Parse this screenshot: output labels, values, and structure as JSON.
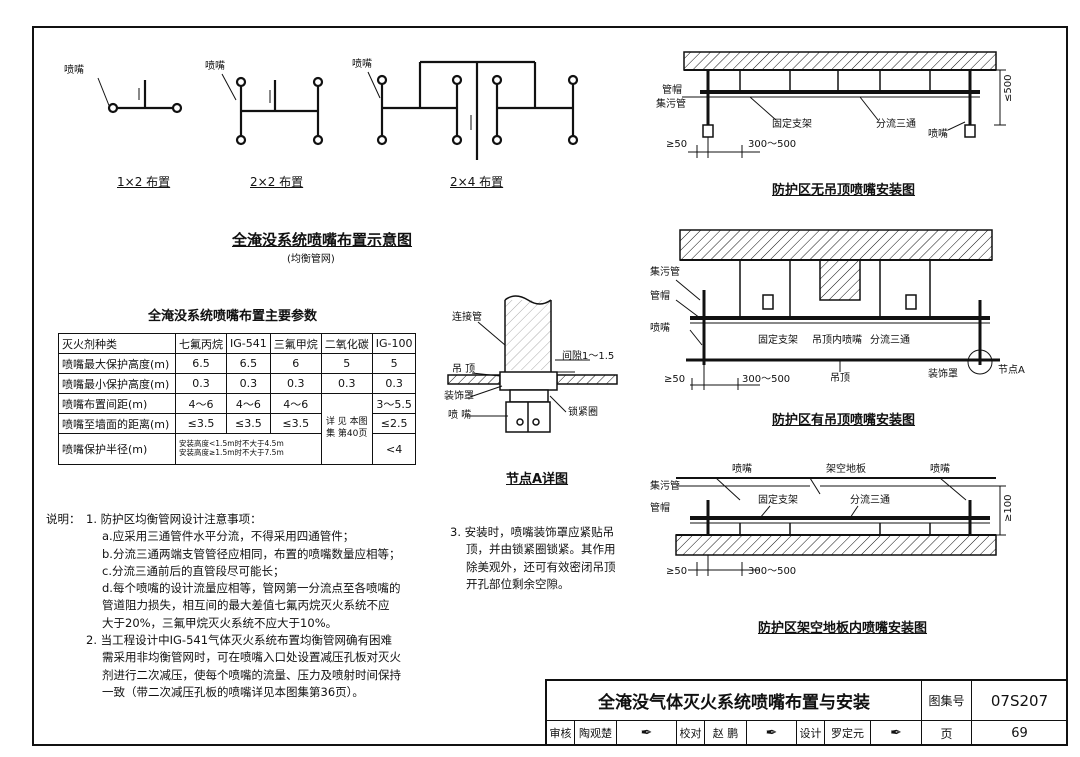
{
  "layout_labels": {
    "nozzle": "喷嘴",
    "cap_1x2": "1×2 布置",
    "cap_2x2": "2×2 布置",
    "cap_2x4": "2×4 布置"
  },
  "schematic_title": "全淹没系统喷嘴布置示意图",
  "schematic_subtitle": "(均衡管网)",
  "table_title": "全淹没系统喷嘴布置主要参数",
  "table": {
    "headers": [
      "灭火剂种类",
      "七氟丙烷",
      "IG-541",
      "三氟甲烷",
      "二氧化碳",
      "IG-100"
    ],
    "rows": [
      {
        "label": "喷嘴最大保护高度(m)",
        "cells": [
          "6.5",
          "6.5",
          "6",
          "5",
          "5"
        ]
      },
      {
        "label": "喷嘴最小保护高度(m)",
        "cells": [
          "0.3",
          "0.3",
          "0.3",
          "0.3",
          "0.3"
        ]
      },
      {
        "label": "喷嘴布置间距(m)",
        "cells": [
          "4～6",
          "4～6",
          "4～6",
          "",
          "3～5.5"
        ]
      },
      {
        "label": "喷嘴至墙面的距离(m)",
        "cells": [
          "≤3.5",
          "≤3.5",
          "≤3.5",
          "",
          "≤2.5"
        ]
      },
      {
        "label": "喷嘴保护半径(m)",
        "cells": [
          "",
          "",
          "",
          "",
          "<4"
        ]
      }
    ],
    "co2_note": "详 见 本图集 第40页",
    "radius_note_1": "安装高度<1.5m时不大于4.5m",
    "radius_note_2": "安装高度≥1.5m时不大于7.5m"
  },
  "detail": {
    "lian_jie_guan": "连接管",
    "diao_ding": "吊 顶",
    "zhuang_shi_zhao": "装饰罩",
    "pen_zui": "喷 嘴",
    "gap": "间隙1～1.5",
    "suo_jin_quan": "锁紧圈",
    "caption": "节点A详图"
  },
  "view1": {
    "caption": "防护区无吊顶喷嘴安装图",
    "guan_mao": "管帽",
    "ji_wu_guan": "集污管",
    "gu_ding_zhi_jia": "固定支架",
    "fen_liu_san_tong": "分流三通",
    "pen_zui": "喷嘴",
    "dim_50": "≥50",
    "dim_300": "300～500",
    "dim_500": "≤500"
  },
  "view2": {
    "caption": "防护区有吊顶喷嘴安装图",
    "ji_wu_guan": "集污管",
    "guan_mao": "管帽",
    "pen_zui": "喷嘴",
    "gu_ding_zhi_jia": "固定支架",
    "diao_ding_nei_pen_zui": "吊顶内喷嘴",
    "fen_liu_san_tong": "分流三通",
    "diao_ding": "吊顶",
    "zhuang_shi_zhao": "装饰罩",
    "jie_dian_a": "节点A",
    "dim_50": "≥50",
    "dim_300": "300～500"
  },
  "view3": {
    "caption": "防护区架空地板内喷嘴安装图",
    "ji_wu_guan": "集污管",
    "guan_mao": "管帽",
    "pen_zui_1": "喷嘴",
    "jia_kong_di_ban": "架空地板",
    "pen_zui_2": "喷嘴",
    "gu_ding_zhi_jia": "固定支架",
    "fen_liu_san_tong": "分流三通",
    "dim_100": "≥100",
    "dim_50": "≥50",
    "dim_300": "300～500"
  },
  "notes": {
    "heading": "说明：",
    "lines": [
      "1.  防护区均衡管网设计注意事项：",
      "a.应采用三通管件水平分流，不得采用四通管件；",
      "b.分流三通两端支管管径应相同，布置的喷嘴数量应相等；",
      "c.分流三通前后的直管段尽可能长；",
      "d.每个喷嘴的设计流量应相等，管网第一分流点至各喷嘴的",
      "管道阻力损失，相互间的最大差值七氟丙烷灭火系统不应",
      "大于20%，三氟甲烷灭火系统不应大于10%。",
      "2.  当工程设计中IG-541气体灭火系统布置均衡管网确有困难",
      "需采用非均衡管网时，可在喷嘴入口处设置减压孔板对灭火",
      "剂进行二次减压，使每个喷嘴的流量、压力及喷射时间保持",
      "一致（带二次减压孔板的喷嘴详见本图集第36页）。"
    ],
    "note3": [
      "3.  安装时，喷嘴装饰罩应紧贴吊",
      "顶，并由锁紧圈锁紧。其作用",
      "除美观外，还可有效密闭吊顶",
      "开孔部位剩余空隙。"
    ]
  },
  "title_block": {
    "title": "全淹没气体灭火系统喷嘴布置与安装",
    "atlas_label": "图集号",
    "atlas_no": "07S207",
    "review_label": "审核",
    "reviewer": "陶观楚",
    "check_label": "校对",
    "checker": "赵 鹏",
    "design_label": "设计",
    "designer": "罗定元",
    "page_label": "页",
    "page_no": "69"
  }
}
